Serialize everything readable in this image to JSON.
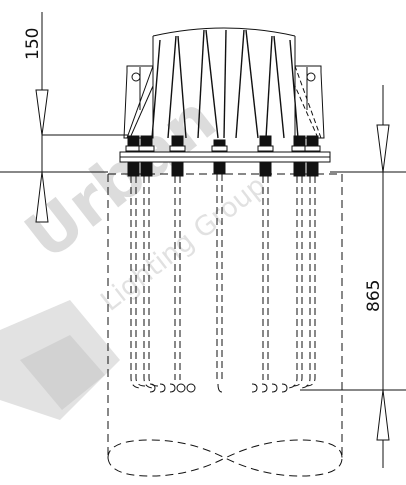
{
  "dimensions": {
    "flange_height": "150",
    "embed_depth": "865"
  },
  "watermark": {
    "brand": "Urban",
    "subtitle": "Lighting Group"
  },
  "colors": {
    "line": "#111111",
    "watermark_primary": "#d9d9d9",
    "watermark_secondary": "#e6e6e6"
  }
}
